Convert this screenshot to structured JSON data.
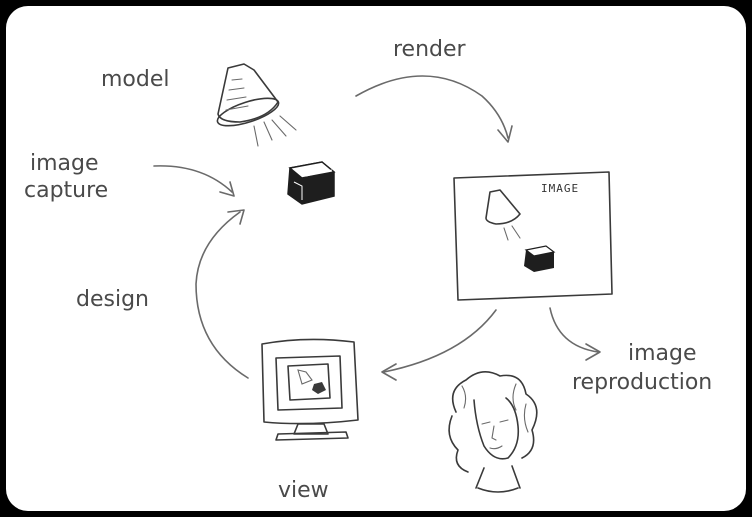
{
  "labels": {
    "model": "model",
    "render": "render",
    "image_capture_line1": "image",
    "image_capture_line2": "capture",
    "design": "design",
    "view": "view",
    "image_reproduction_line1": "image",
    "image_reproduction_line2": "reproduction",
    "image_frame": "IMAGE"
  },
  "icons": {
    "model_lamp": "spotlight-lamp-icon",
    "model_object": "cube-object-icon",
    "rendered_image": "picture-frame-icon",
    "view_monitor": "monitor-icon",
    "viewer": "person-face-icon"
  },
  "colors": {
    "background": "#000000",
    "panel": "#ffffff",
    "ink": "#3a3a3a",
    "label": "#4a4a4a"
  }
}
